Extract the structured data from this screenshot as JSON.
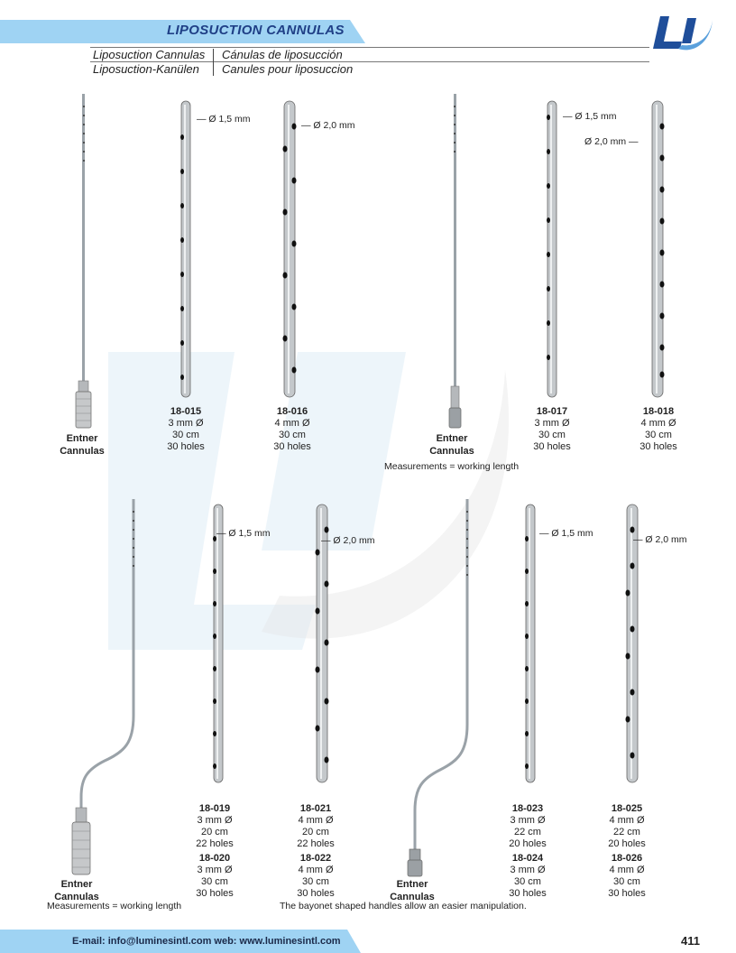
{
  "header": {
    "title": "LIPOSUCTION CANNULAS",
    "logo_text": "LI",
    "lines": [
      [
        "Liposuction Cannulas",
        "Cánulas de liposucción"
      ],
      [
        "Liposuction-Kanülen",
        "Canules pour liposuccion"
      ]
    ]
  },
  "colors": {
    "accent": "#9fd3f3",
    "brand": "#1f3f86",
    "watermark": "#9cc7e8"
  },
  "products_top": [
    {
      "code": "18-015",
      "spec": [
        "3 mm Ø",
        "30 cm",
        "30 holes"
      ],
      "diameter": "Ø 1,5 mm"
    },
    {
      "code": "18-016",
      "spec": [
        "4 mm Ø",
        "30 cm",
        "30 holes"
      ],
      "diameter": "Ø 2,0 mm"
    },
    {
      "code": "18-017",
      "spec": [
        "3 mm Ø",
        "30 cm",
        "30 holes"
      ],
      "diameter": "Ø 1,5 mm"
    },
    {
      "code": "18-018",
      "spec": [
        "4 mm Ø",
        "30 cm",
        "30 holes"
      ],
      "diameter": "Ø 2,0 mm"
    }
  ],
  "products_bottom": [
    {
      "code": "18-019",
      "spec": [
        "3 mm Ø",
        "20 cm",
        "22 holes"
      ],
      "code2": "18-020",
      "spec2": [
        "3 mm Ø",
        "30 cm",
        "30 holes"
      ],
      "diameter": "Ø 1,5 mm"
    },
    {
      "code": "18-021",
      "spec": [
        "4 mm Ø",
        "20 cm",
        "22 holes"
      ],
      "code2": "18-022",
      "spec2": [
        "4 mm Ø",
        "30 cm",
        "30 holes"
      ],
      "diameter": "Ø 2,0 mm"
    },
    {
      "code": "18-023",
      "spec": [
        "3 mm Ø",
        "22 cm",
        "20 holes"
      ],
      "code2": "18-024",
      "spec2": [
        "3 mm Ø",
        "30 cm",
        "30 holes"
      ],
      "diameter": "Ø 1,5 mm"
    },
    {
      "code": "18-025",
      "spec": [
        "4 mm Ø",
        "22 cm",
        "20 holes"
      ],
      "code2": "18-026",
      "spec2": [
        "4 mm Ø",
        "30 cm",
        "30 holes"
      ],
      "diameter": "Ø 2,0 mm"
    }
  ],
  "entner_label": [
    "Entner",
    "Cannulas"
  ],
  "notes": {
    "measurements": "Measurements = working length",
    "bayonet": "The bayonet shaped handles allow an easier manipulation."
  },
  "footer": {
    "contact": "E-mail: info@luminesintl.com  web: www.luminesintl.com",
    "page_number": "411"
  }
}
